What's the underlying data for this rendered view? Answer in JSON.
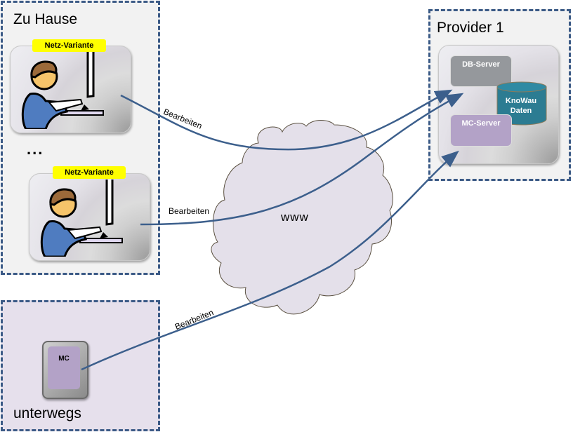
{
  "zones": {
    "home": {
      "title": "Zu Hause",
      "ellipsis": "..."
    },
    "mobile": {
      "title": "unterwegs"
    },
    "provider": {
      "title": "Provider 1"
    }
  },
  "clients": [
    {
      "tag": "Netz-Variante",
      "icon": "person-at-computer-icon"
    },
    {
      "tag": "Netz-Variante",
      "icon": "person-at-computer-icon"
    }
  ],
  "mobile_device": {
    "label": "MC",
    "icon": "mobile-device-icon"
  },
  "provider": {
    "db_server": "DB-Server",
    "mc_server": "MC-Server",
    "database": {
      "line1": "KnoWau",
      "line2": "Daten"
    }
  },
  "cloud": {
    "label": "www"
  },
  "connections": [
    {
      "from": "client-1",
      "to": "db-server",
      "label": "Bearbeiten"
    },
    {
      "from": "client-2",
      "to": "db-server",
      "label": "Bearbeiten"
    },
    {
      "from": "mobile-device",
      "to": "mc-server",
      "label": "Bearbeiten"
    }
  ],
  "colors": {
    "zone_border": "#3b5a86",
    "arrow": "#3c5f8c",
    "tag": "#ffff00",
    "db_server": "#95989c",
    "mc_server": "#b3a2c7",
    "database": "#2c7c92",
    "cloud": "#e4e0ea"
  }
}
